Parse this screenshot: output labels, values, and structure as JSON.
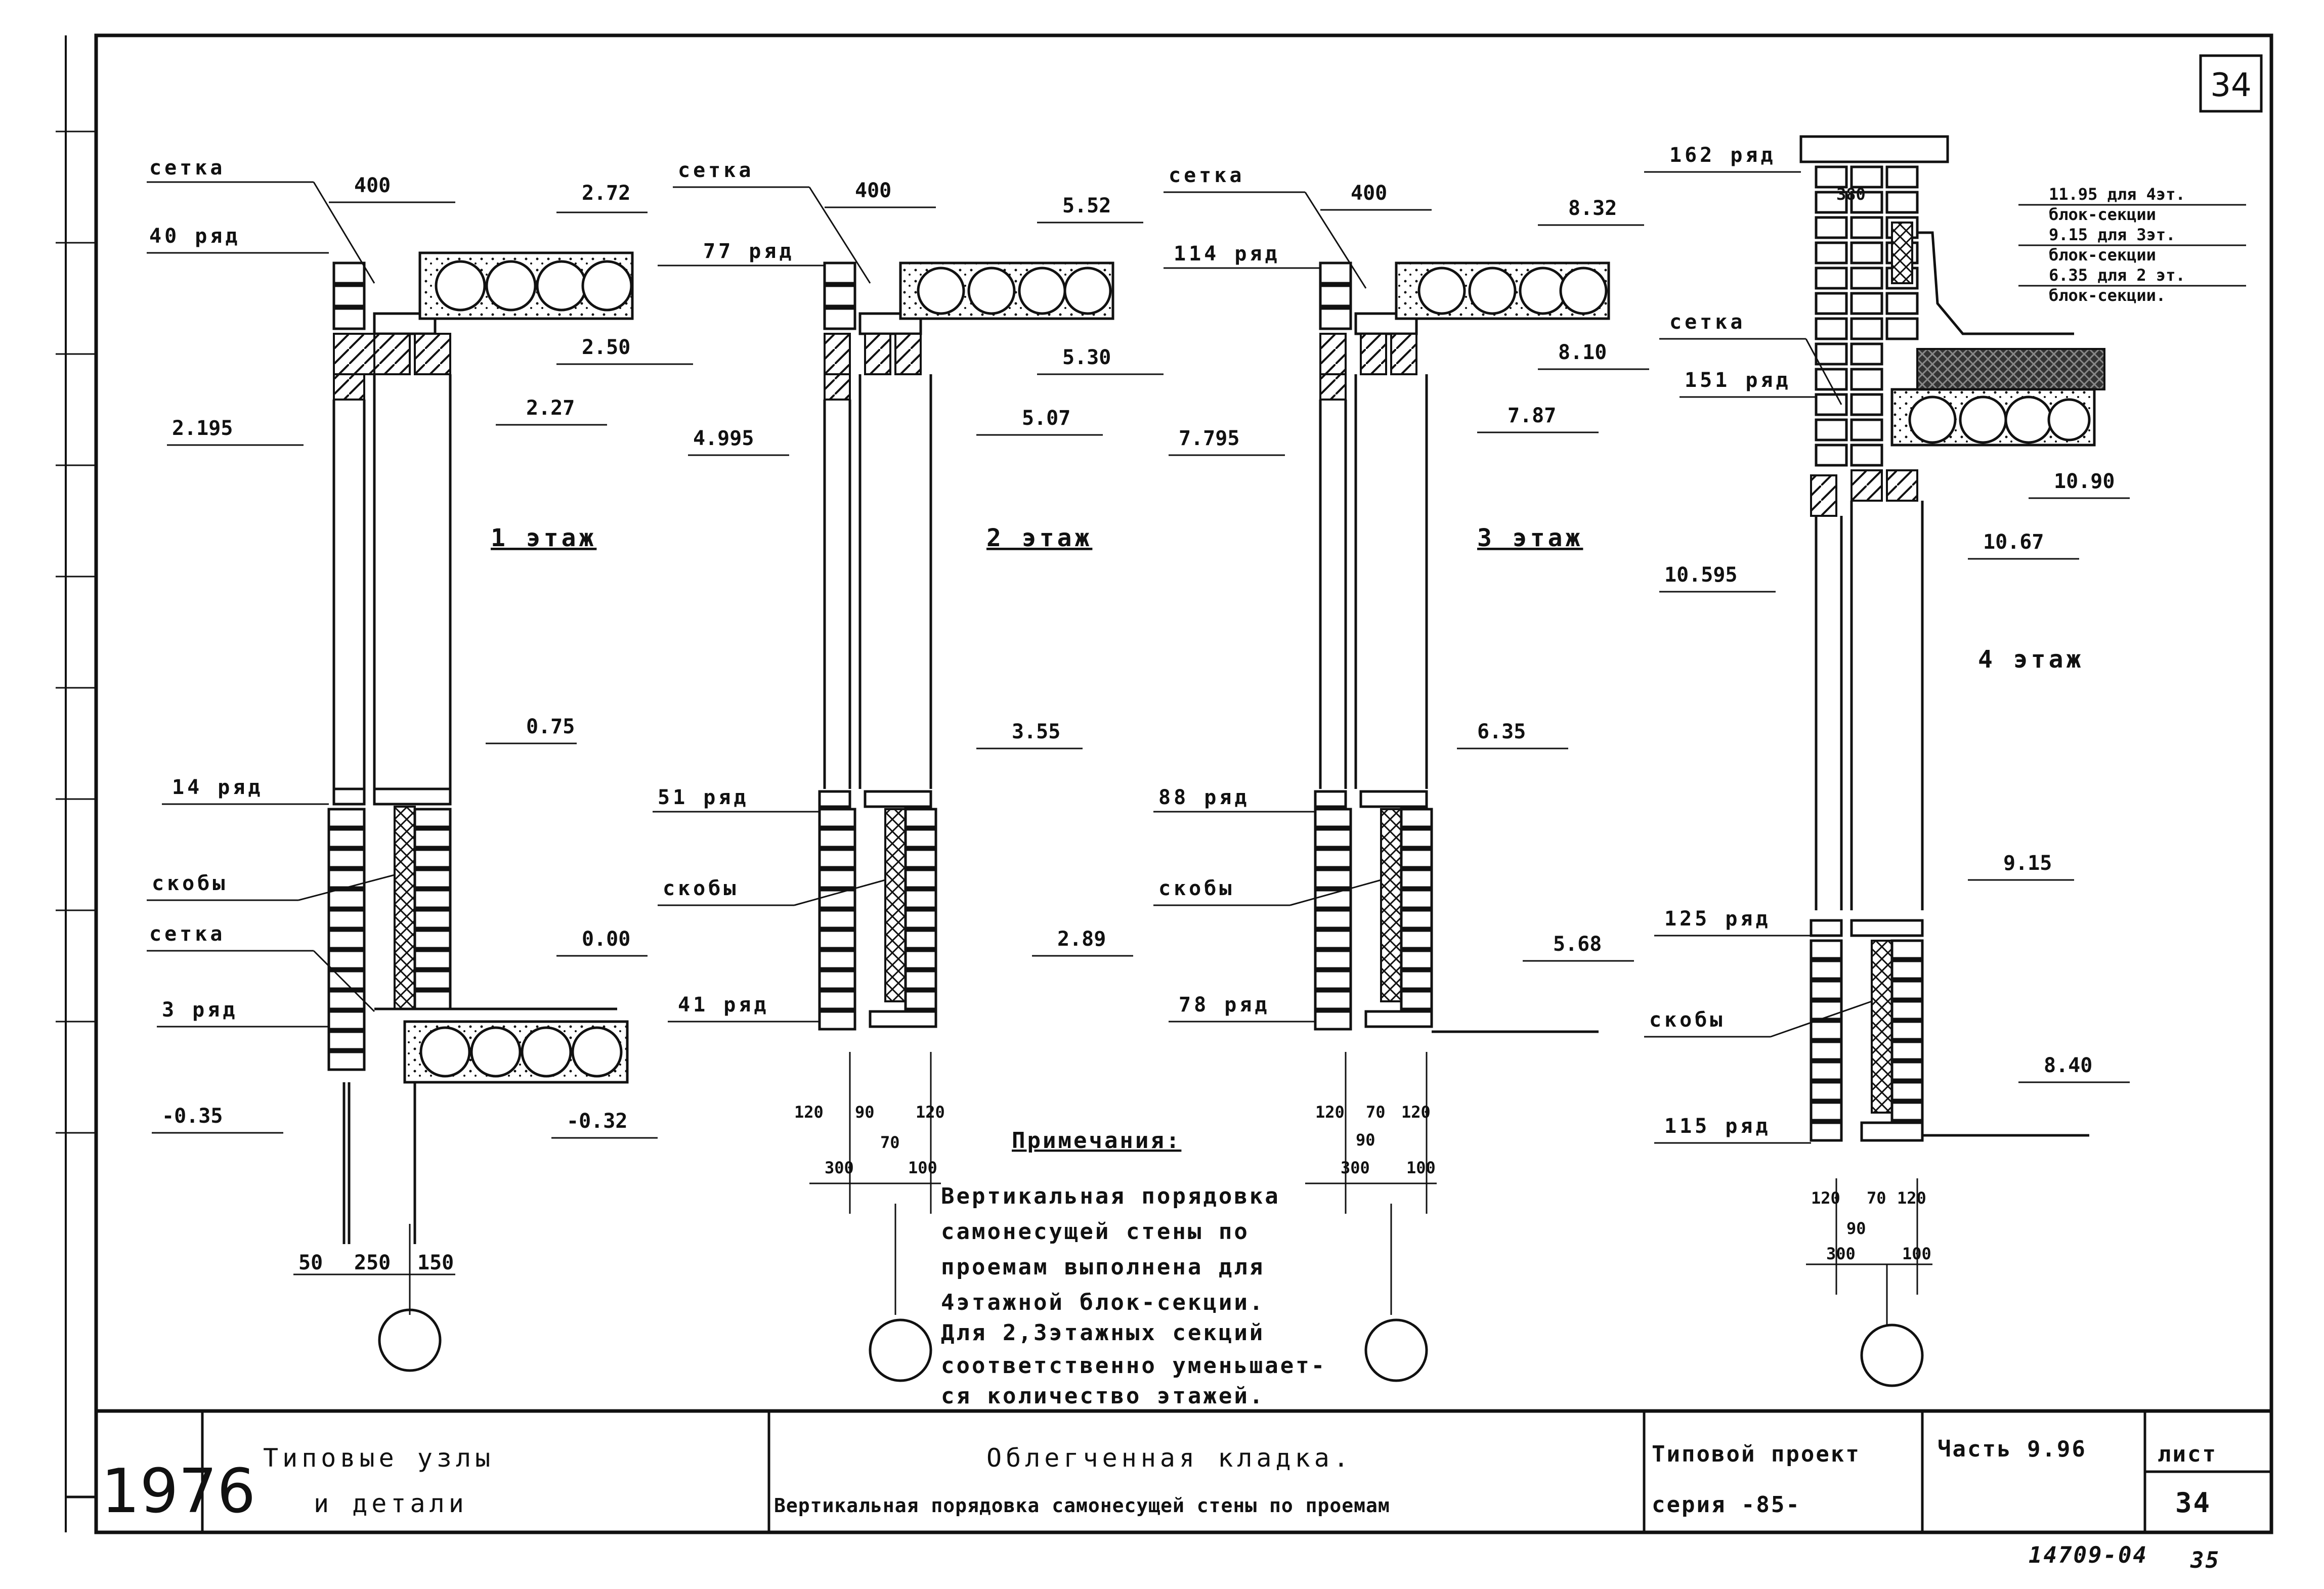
{
  "sheet_number": "34",
  "sections": [
    {
      "floor_label": "1 этаж",
      "top_row": "40 ряд",
      "top_net": "сетка",
      "width": "400",
      "levels": [
        "2.72",
        "2.50",
        "2.27",
        "2.195",
        "0.75",
        "0.00",
        "-0.35",
        "-0.32"
      ],
      "rows": [
        "14 ряд",
        "3 ряд"
      ],
      "brackets": "скобы",
      "bottom_net": "сетка",
      "dims": [
        "50",
        "250",
        "150"
      ]
    },
    {
      "floor_label": "2 этаж",
      "top_row": "77 ряд",
      "top_net": "сетка",
      "width": "400",
      "levels": [
        "5.52",
        "5.30",
        "5.07",
        "4.995",
        "3.55",
        "2.89"
      ],
      "rows": [
        "51 ряд",
        "41 ряд"
      ],
      "brackets": "скобы",
      "dims": [
        "120",
        "90",
        "120",
        "70",
        "300",
        "100"
      ]
    },
    {
      "floor_label": "3 этаж",
      "top_row": "114 ряд",
      "top_net": "сетка",
      "width": "400",
      "levels": [
        "8.32",
        "8.10",
        "7.87",
        "7.795",
        "6.35",
        "5.68"
      ],
      "rows": [
        "88 ряд",
        "78 ряд"
      ],
      "brackets": "скобы",
      "dims": [
        "120",
        "70",
        "120",
        "90",
        "300",
        "100"
      ]
    },
    {
      "floor_label": "4 этаж",
      "top_row": "162 ряд",
      "net": "сетка",
      "width": "380",
      "roof_notes": [
        "11.95 для 4эт.",
        "блок-секции",
        "9.15 для 3эт.",
        "блок-секции",
        "6.35 для 2 эт.",
        "блок-секции."
      ],
      "levels": [
        "10.90",
        "10.67",
        "10.595",
        "9.15",
        "8.40"
      ],
      "rows": [
        "151 ряд",
        "125 ряд",
        "115 ряд"
      ],
      "brackets": "скобы",
      "dims": [
        "120",
        "70",
        "120",
        "90",
        "300",
        "100"
      ]
    }
  ],
  "notes": {
    "title": "Примечания:",
    "lines": [
      "Вертикальная порядовка",
      "самонесущей стены по",
      "проемам выполнена для",
      "4этажной блок-секции.",
      "Для 2,3этажных секций",
      "соответственно уменьшает-",
      "ся количество этажей."
    ]
  },
  "title_block": {
    "year": "1976",
    "group_line1": "Типовые узлы",
    "group_line2": "и детали",
    "title_line1": "Облегченная кладка.",
    "title_line2": "Вертикальная порядовка самонесущей стены по проемам",
    "project_line1": "Типовой проект",
    "project_line2": "серия -85-",
    "part": "Часть 9.96",
    "sheet_label": "лист",
    "sheet_value": "34"
  },
  "footer_code": "14709-04",
  "footer_page": "35"
}
